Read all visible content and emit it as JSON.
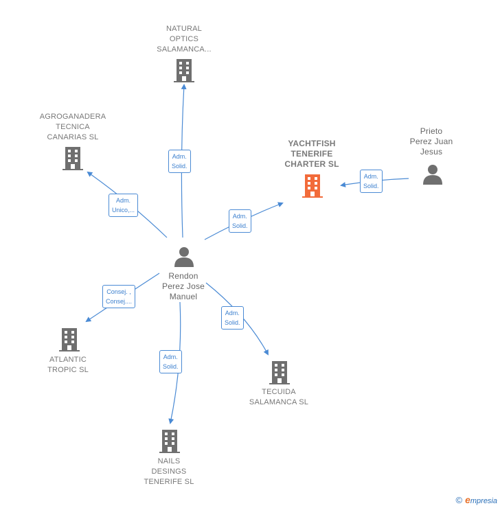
{
  "colors": {
    "edge": "#4a8ad4",
    "building": "#6f6f6f",
    "main_building": "#f26b3a",
    "person": "#6f6f6f"
  },
  "nodes": {
    "natural": [
      "NATURAL",
      "OPTICS",
      "SALAMANCA..."
    ],
    "agro": [
      "AGROGANADERA",
      "TECNICA",
      "CANARIAS  SL"
    ],
    "yacht": [
      "YACHTFISH",
      "TENERIFE",
      "CHARTER  SL"
    ],
    "prieto": [
      "Prieto",
      "Perez Juan",
      "Jesus"
    ],
    "rendon": [
      "Rendon",
      "Perez Jose",
      "Manuel"
    ],
    "atlantic": [
      "ATLANTIC",
      "TROPIC  SL"
    ],
    "tecuida": [
      "TECUIDA",
      "SALAMANCA SL"
    ],
    "nails": [
      "NAILS",
      "DESINGS",
      "TENERIFE  SL"
    ]
  },
  "edges": {
    "to_natural": [
      "Adm.",
      "Solid."
    ],
    "to_agro": [
      "Adm.",
      "Unico,..."
    ],
    "to_yacht": [
      "Adm.",
      "Solid."
    ],
    "prieto_yacht": [
      "Adm.",
      "Solid."
    ],
    "to_atlantic": [
      "Consej. ,",
      "Consej...."
    ],
    "to_tecuida": [
      "Adm.",
      "Solid."
    ],
    "to_nails": [
      "Adm.",
      "Solid."
    ]
  },
  "footer": {
    "copyright": "©",
    "brand_initial": "e",
    "brand_rest": "mpresia"
  }
}
